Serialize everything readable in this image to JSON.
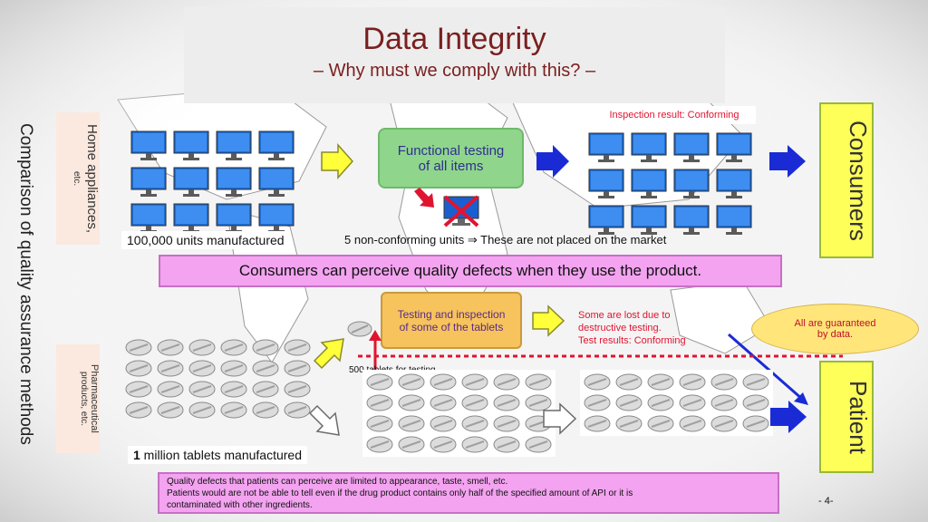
{
  "title": "Data Integrity",
  "subtitle": "– Why must we comply with this? –",
  "side_label": "Comparison of quality assurance methods",
  "home": {
    "category": "Home appliances,",
    "category_small": "etc.",
    "units_label": "100,000 units manufactured",
    "functional_testing": [
      "Functional testing",
      "of all items"
    ],
    "nonconforming": "5 non-conforming units ⇒ These are not placed on the market",
    "inspection_result": "Inspection result: Conforming",
    "consumers": "Consumers"
  },
  "banner": "Consumers can perceive quality defects when they use the product.",
  "pharma": {
    "category": "Pharmaceutical",
    "category_small": "products, etc.",
    "tablets_label_num": "1",
    "tablets_label_rest": " million tablets manufactured",
    "testing_box": [
      "Testing and inspection",
      "of some of the tablets"
    ],
    "testing_count": "500 tablets for testing",
    "lost_note": [
      "Some are lost due to",
      "destructive testing.",
      "Test results: Conforming"
    ],
    "guaranteed": [
      "All are guaranteed",
      "by data."
    ],
    "patient": "Patient"
  },
  "bottom_note": [
    "Quality defects that patients can perceive are limited to appearance, taste, smell, etc.",
    "Patients would are not be able to tell even if the drug product contains only half of the specified amount of API  or it is",
    "contaminated with other ingredients."
  ],
  "page_number": "- 4-",
  "colors": {
    "title": "#7a1f1f",
    "accent_red": "#e0142f",
    "blue_arrow": "#1a2bd6",
    "yellow_arrow": "#ffff3a",
    "banner_pink": "#f3a3f0"
  },
  "icons": [
    "monitor-icon",
    "tablet-pill-icon",
    "arrow-right-icon",
    "red-x-icon"
  ]
}
